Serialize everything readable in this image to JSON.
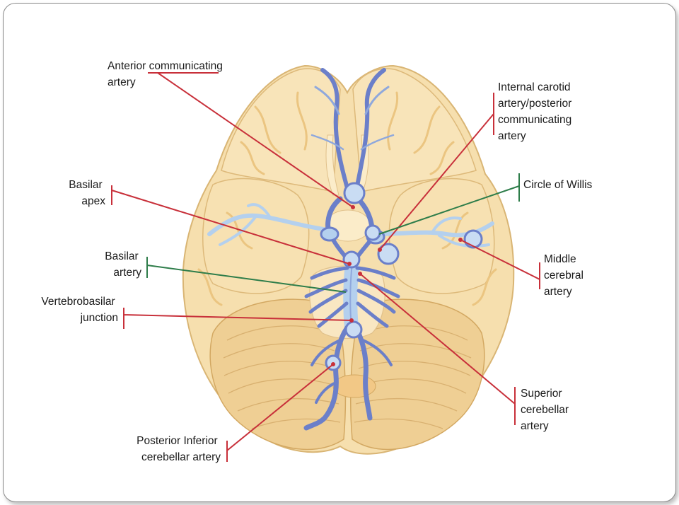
{
  "labels": {
    "anterior_communicating": [
      "Anterior communicating",
      "artery"
    ],
    "internal_carotid": [
      "Internal carotid",
      "artery/posterior",
      "communicating",
      "artery"
    ],
    "basilar_apex": [
      "Basilar",
      "apex"
    ],
    "circle_of_willis": [
      "Circle of Willis"
    ],
    "basilar_artery": [
      "Basilar",
      "artery"
    ],
    "middle_cerebral": [
      "Middle",
      "cerebral",
      "artery"
    ],
    "vertebrobasilar": [
      "Vertebrobasilar",
      "junction"
    ],
    "superior_cerebellar": [
      "Superior",
      "cerebellar",
      "artery"
    ],
    "posterior_inferior": [
      "Posterior Inferior",
      "cerebellar artery"
    ]
  },
  "colors": {
    "brain_fill": "#f6dfae",
    "brain_outline": "#d9b574",
    "gyri": "#e9c27e",
    "cerebellum": "#efcf94",
    "artery": "#6b7fc9",
    "artery_light": "#b4d0ee",
    "pointer_red": "#c8303a",
    "pointer_green": "#2e7d4a",
    "frame_border": "#8a8a8a"
  }
}
